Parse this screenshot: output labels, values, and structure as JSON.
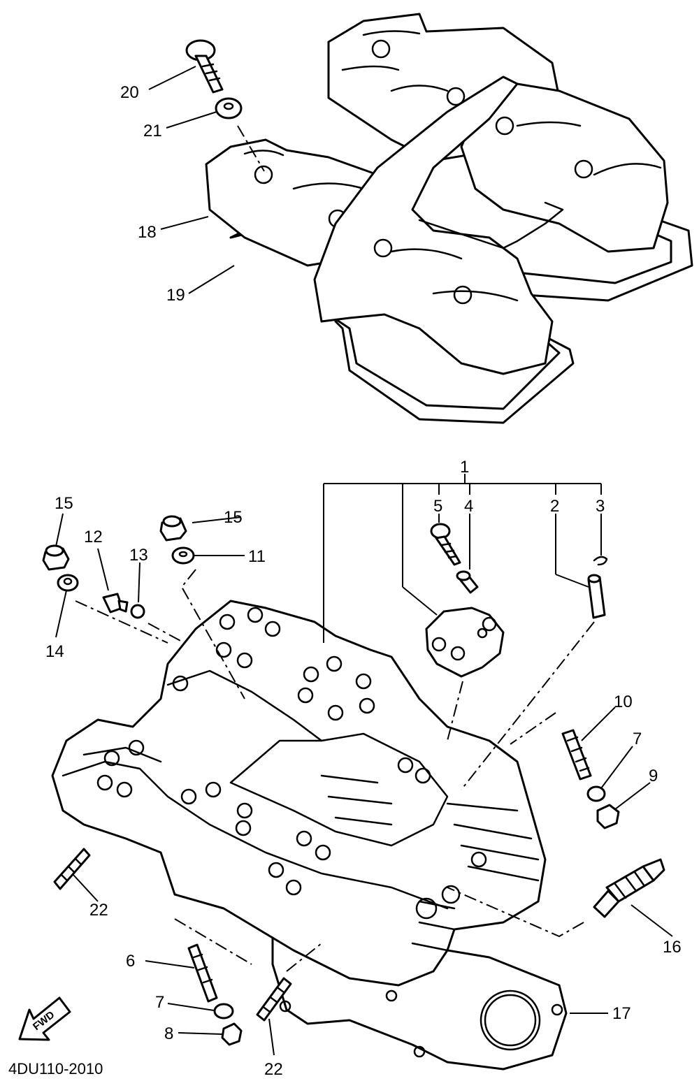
{
  "diagram": {
    "code": "4DU110-2010",
    "fwd_text": "FWD",
    "callouts": {
      "c1": "1",
      "c2": "2",
      "c3": "3",
      "c4": "4",
      "c5": "5",
      "c6": "6",
      "c7a": "7",
      "c7b": "7",
      "c8": "8",
      "c9": "9",
      "c10": "10",
      "c11": "11",
      "c12": "12",
      "c13": "13",
      "c14": "14",
      "c15a": "15",
      "c15b": "15",
      "c16": "16",
      "c17": "17",
      "c18": "18",
      "c19": "19",
      "c20": "20",
      "c21": "21",
      "c22a": "22",
      "c22b": "22"
    }
  }
}
